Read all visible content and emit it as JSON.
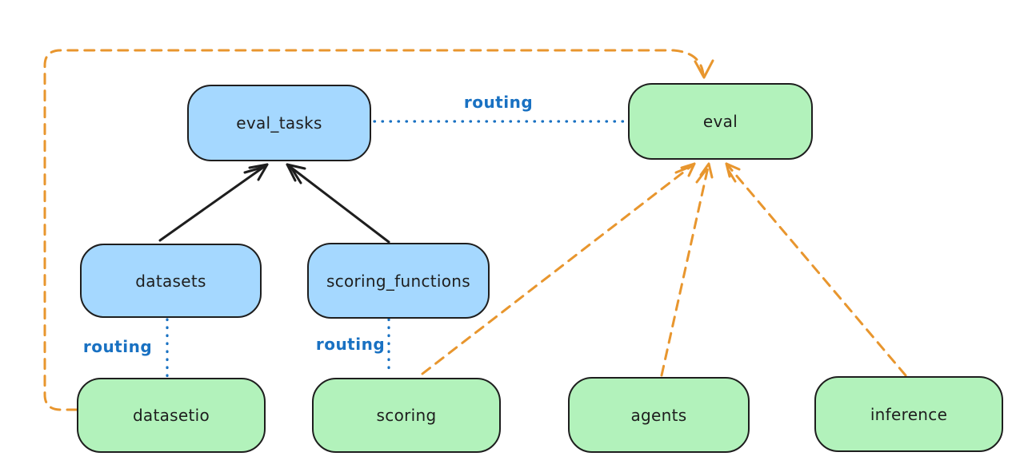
{
  "diagram": {
    "nodes": [
      {
        "id": "eval_tasks",
        "label": "eval_tasks",
        "kind": "registry",
        "color": "blue"
      },
      {
        "id": "eval",
        "label": "eval",
        "kind": "api",
        "color": "green"
      },
      {
        "id": "datasets",
        "label": "datasets",
        "kind": "registry",
        "color": "blue"
      },
      {
        "id": "scoring_functions",
        "label": "scoring_functions",
        "kind": "registry",
        "color": "blue"
      },
      {
        "id": "datasetio",
        "label": "datasetio",
        "kind": "api",
        "color": "green"
      },
      {
        "id": "scoring",
        "label": "scoring",
        "kind": "api",
        "color": "green"
      },
      {
        "id": "agents",
        "label": "agents",
        "kind": "api",
        "color": "green"
      },
      {
        "id": "inference",
        "label": "inference",
        "kind": "api",
        "color": "green"
      }
    ],
    "edges": [
      {
        "from": "datasets",
        "to": "eval_tasks",
        "style": "solid",
        "arrow": true,
        "color": "black",
        "label": ""
      },
      {
        "from": "scoring_functions",
        "to": "eval_tasks",
        "style": "solid",
        "arrow": true,
        "color": "black",
        "label": ""
      },
      {
        "from": "eval_tasks",
        "to": "eval",
        "style": "dotted",
        "arrow": false,
        "color": "blue",
        "label": "routing"
      },
      {
        "from": "datasets",
        "to": "datasetio",
        "style": "dotted",
        "arrow": false,
        "color": "blue",
        "label": "routing"
      },
      {
        "from": "scoring_functions",
        "to": "scoring",
        "style": "dotted",
        "arrow": false,
        "color": "blue",
        "label": "routing"
      },
      {
        "from": "datasetio",
        "to": "eval",
        "style": "dashed",
        "arrow": true,
        "color": "orange",
        "label": ""
      },
      {
        "from": "scoring",
        "to": "eval",
        "style": "dashed",
        "arrow": true,
        "color": "orange",
        "label": ""
      },
      {
        "from": "agents",
        "to": "eval",
        "style": "dashed",
        "arrow": true,
        "color": "orange",
        "label": ""
      },
      {
        "from": "inference",
        "to": "eval",
        "style": "dashed",
        "arrow": true,
        "color": "orange",
        "label": ""
      }
    ],
    "colors": {
      "node_blue_fill": "#a5d8ff",
      "node_green_fill": "#b2f2bb",
      "node_stroke": "#1e1e1e",
      "routing_blue": "#1971c2",
      "orange_dash": "#e8962e",
      "solid_arrow_black": "#1e1e1e",
      "background": "#ffffff"
    }
  }
}
